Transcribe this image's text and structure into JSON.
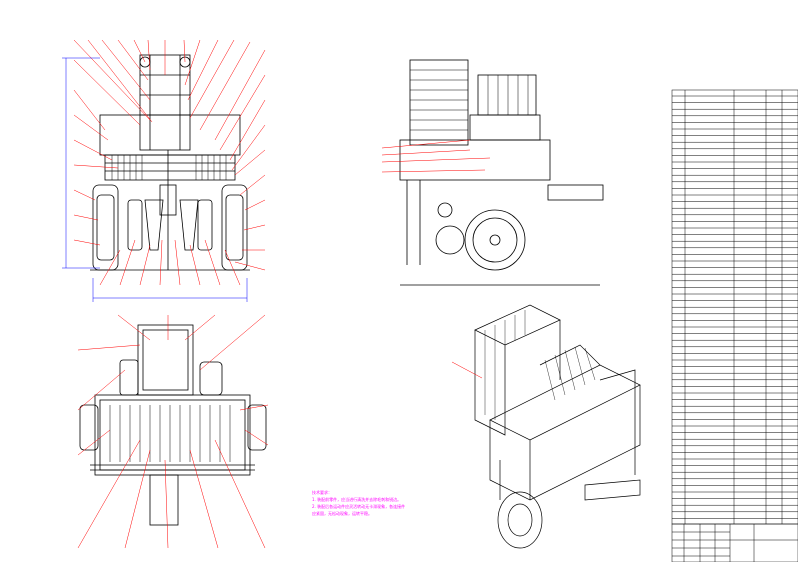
{
  "drawing": {
    "notes": {
      "title": "技术要求：",
      "lines": [
        "1. 装配前零件，应当进行清洗并去除毛刺和锐边。",
        "2. 装配后各运动件应灵活转动无卡滞现象，各连接件",
        "   应紧固，无松动现象，运转平稳。"
      ]
    },
    "colors": {
      "line": "#000000",
      "leader": "#ff0000",
      "dimension": "#0000ff",
      "annotation": "#ff00ff",
      "table_grid": "#000000"
    }
  }
}
